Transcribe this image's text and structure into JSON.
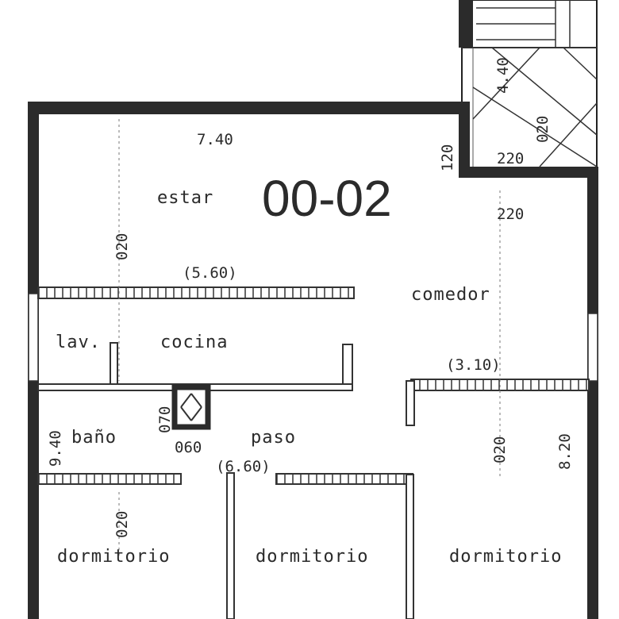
{
  "plan": {
    "unit_code": "00-02",
    "rooms": {
      "estar": "estar",
      "comedor": "comedor",
      "lav": "lav.",
      "cocina": "cocina",
      "bano": "baño",
      "paso": "paso",
      "dormitorio_1": "dormitorio",
      "dormitorio_2": "dormitorio",
      "dormitorio_3": "dormitorio"
    },
    "dimensions": {
      "top_width": "7.40",
      "estar_dim": "020",
      "kitchen_wall": "(5.60)",
      "top_step": "120",
      "corner_a": "220",
      "corner_b": "220",
      "balcony_a": "4.40",
      "balcony_b": "020",
      "bedroom_wall": "(3.10)",
      "shaft_v": "070",
      "shaft_h": "060",
      "left_height": "9.40",
      "corridor": "(6.60)",
      "right_bed_dim": "020",
      "right_height": "8.20",
      "left_bed_dim": "020"
    }
  }
}
